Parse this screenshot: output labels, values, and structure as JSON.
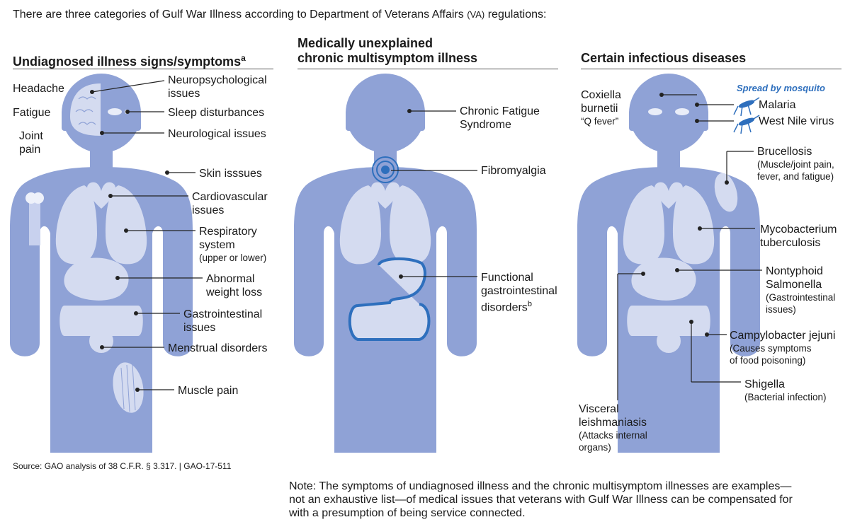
{
  "intro": {
    "text": "There are three categories of Gulf War Illness according to Department of Veterans Affairs",
    "abbr": "(VA)",
    "tail": "regulations:"
  },
  "col1": {
    "title": "Undiagnosed illness signs/symptoms",
    "title_sup": "a",
    "headache": "Headache",
    "fatigue": "Fatigue",
    "joint1": "Joint",
    "joint2": "pain",
    "neuropsych1": "Neuropsychological",
    "neuropsych2": "issues",
    "sleep": "Sleep disturbances",
    "neuro": "Neurological issues",
    "skin": "Skin isssues",
    "cardio1": "Cardiovascular",
    "cardio2": "issues",
    "resp1": "Respiratory",
    "resp2": "system",
    "resp3": "(upper or lower)",
    "weight1": "Abnormal",
    "weight2": "weight loss",
    "gi1": "Gastrointestinal",
    "gi2": "issues",
    "menstrual": "Menstrual disorders",
    "muscle": "Muscle pain"
  },
  "col2": {
    "title1": "Medically unexplained",
    "title2": "chronic multisymptom illness",
    "cfs1": "Chronic Fatigue",
    "cfs2": "Syndrome",
    "fibro": "Fibromyalgia",
    "fgid1": "Functional",
    "fgid2": "gastrointestinal",
    "fgid3": "disorders",
    "fgid_sup": "b"
  },
  "col3": {
    "title": "Certain infectious diseases",
    "spread": "Spread by mosquito",
    "coxiella1": "Coxiella",
    "coxiella2": "burnetii",
    "coxiella3": "“Q fever”",
    "malaria": "Malaria",
    "westnile": "West Nile virus",
    "bruc1": "Brucellosis",
    "bruc2": "(Muscle/joint pain,",
    "bruc3": "fever, and fatigue)",
    "myco1": "Mycobacterium",
    "myco2": "tuberculosis",
    "salm1": "Nontyphoid",
    "salm2": "Salmonella",
    "salm3": "(Gastrointestinal",
    "salm4": "issues)",
    "campy1": "Campylobacter jejuni",
    "campy2": "(Causes symptoms",
    "campy3": "of food poisoning)",
    "shig1": "Shigella",
    "shig2": "(Bacterial infection)",
    "visc1": "Visceral",
    "visc2": "leishmaniasis",
    "visc3": "(Attacks internal",
    "visc4": "organs)"
  },
  "source": "Source: GAO analysis of 38 C.F.R. § 3.317.  |  GAO-17-511",
  "note": {
    "line1": "Note: The symptoms of undiagnosed illness and the chronic multisymptom illnesses are examples—",
    "line2": "not an exhaustive list—of medical issues that veterans with Gulf War Illness can be compensated for",
    "line3": "with a presumption of being service connected."
  },
  "colors": {
    "body": "#8fa2d6",
    "organ": "#d4dbf0",
    "accent": "#2e6fbd",
    "leader": "#222222"
  }
}
